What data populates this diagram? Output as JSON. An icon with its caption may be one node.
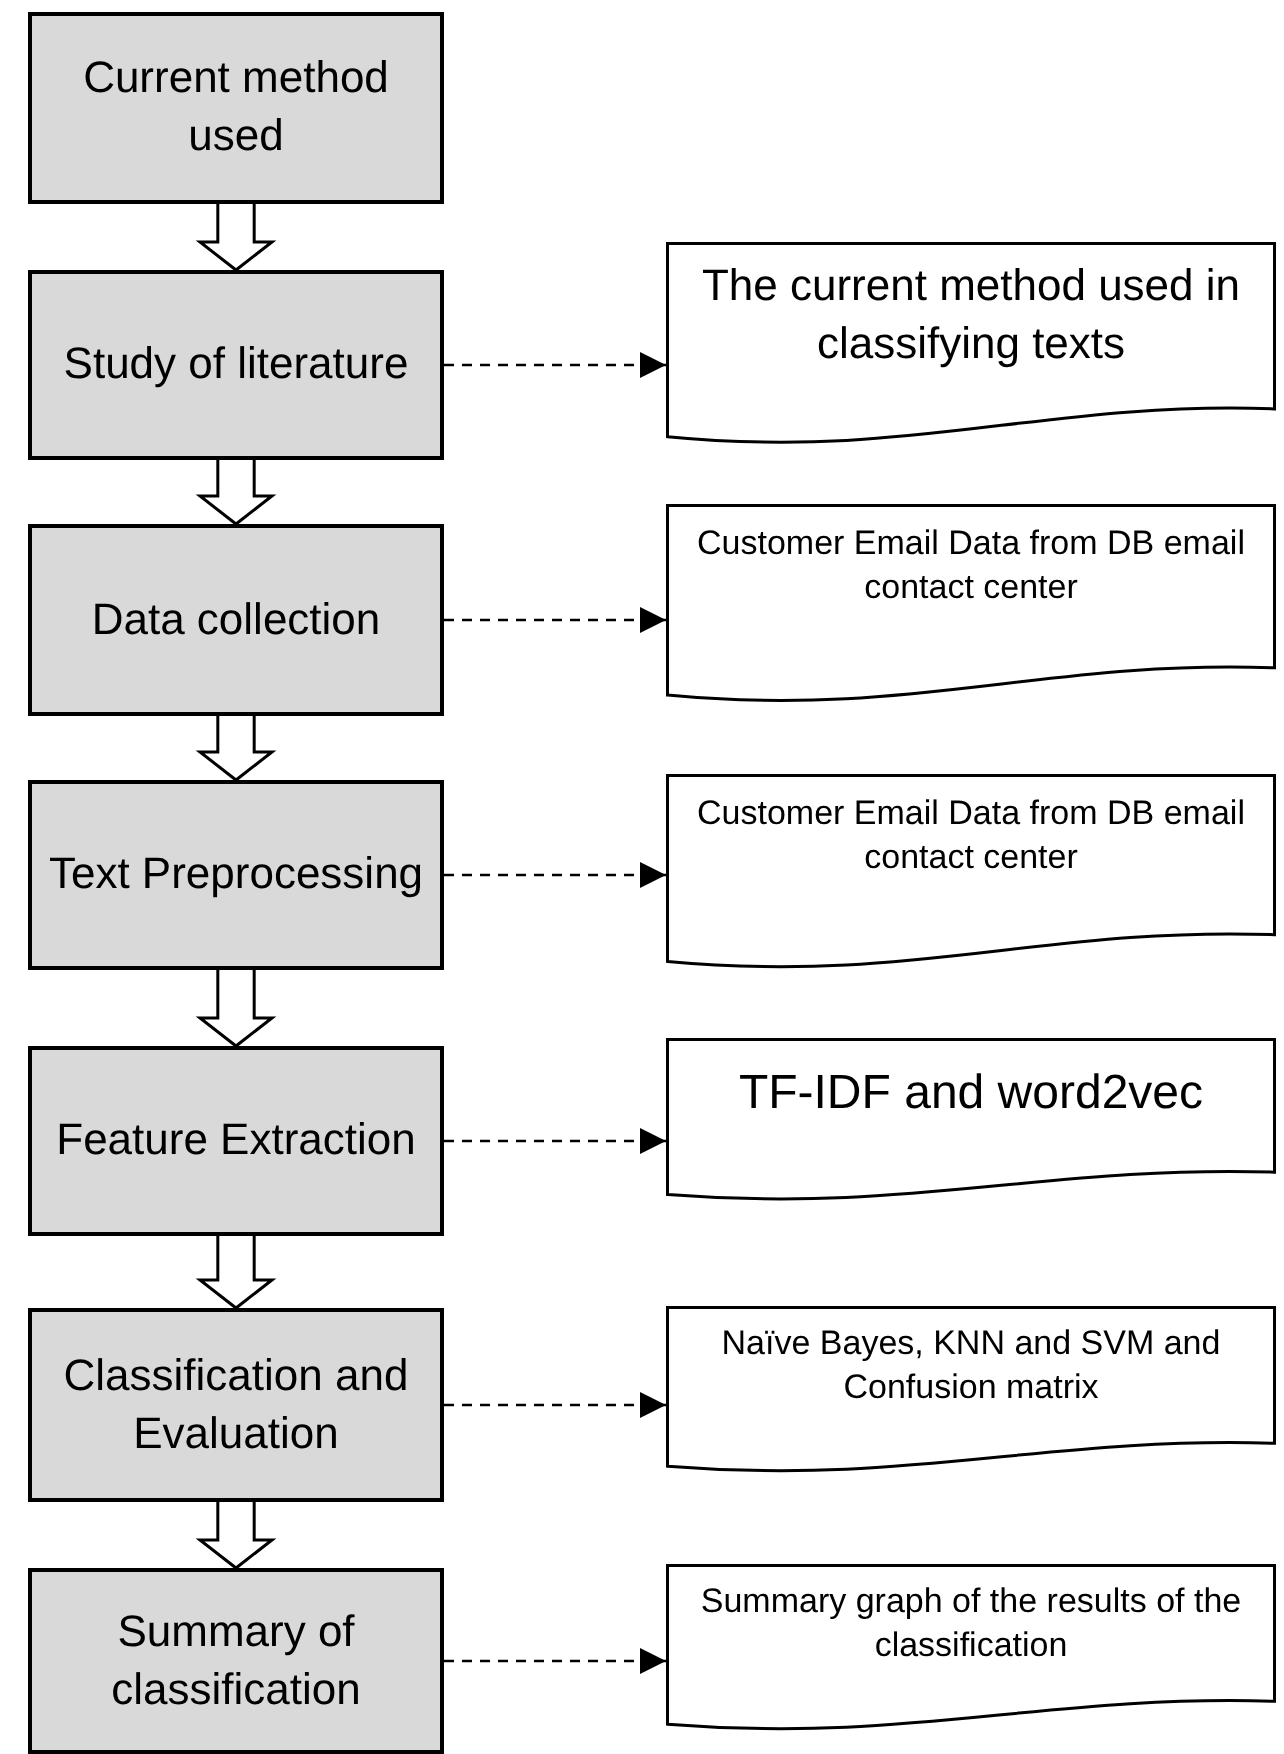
{
  "diagram": {
    "nodes": [
      {
        "text": [
          "Current method used"
        ]
      },
      {
        "text": [
          "Study of literature"
        ]
      },
      {
        "text": [
          "Data collection"
        ]
      },
      {
        "text": [
          "Text Preprocessing"
        ]
      },
      {
        "text": [
          "Feature Extraction"
        ]
      },
      {
        "text": [
          "Classification and Evaluation"
        ]
      },
      {
        "text": [
          "Summary of classification"
        ]
      },
      {
        "text": [
          "The current method used in classifying texts"
        ]
      },
      {
        "text": [
          "Customer Email Data from DB email contact center"
        ]
      },
      {
        "text": [
          "Customer Email Data from DB email contact center"
        ]
      },
      {
        "text": [
          "TF-IDF and word2vec"
        ]
      },
      {
        "text": [
          "Naïve Bayes, KNN and SVM and Confusion matrix"
        ]
      },
      {
        "text": [
          "Summary graph of the results of the classification"
        ]
      }
    ],
    "edges": [
      {
        "from": 0,
        "to": 1,
        "arrow": "to"
      },
      {
        "from": 1,
        "to": 2,
        "arrow": "to"
      },
      {
        "from": 2,
        "to": 3,
        "arrow": "to"
      },
      {
        "from": 3,
        "to": 4,
        "arrow": "to"
      },
      {
        "from": 4,
        "to": 5,
        "arrow": "to"
      },
      {
        "from": 5,
        "to": 6,
        "arrow": "to"
      },
      {
        "from": 1,
        "to": 7,
        "arrow": "to",
        "style": "dashed"
      },
      {
        "from": 2,
        "to": 8,
        "arrow": "to",
        "style": "dashed"
      },
      {
        "from": 3,
        "to": 9,
        "arrow": "to",
        "style": "dashed"
      },
      {
        "from": 4,
        "to": 10,
        "arrow": "to",
        "style": "dashed"
      },
      {
        "from": 5,
        "to": 11,
        "arrow": "to",
        "style": "dashed"
      },
      {
        "from": 6,
        "to": 12,
        "arrow": "to",
        "style": "dashed"
      }
    ]
  }
}
